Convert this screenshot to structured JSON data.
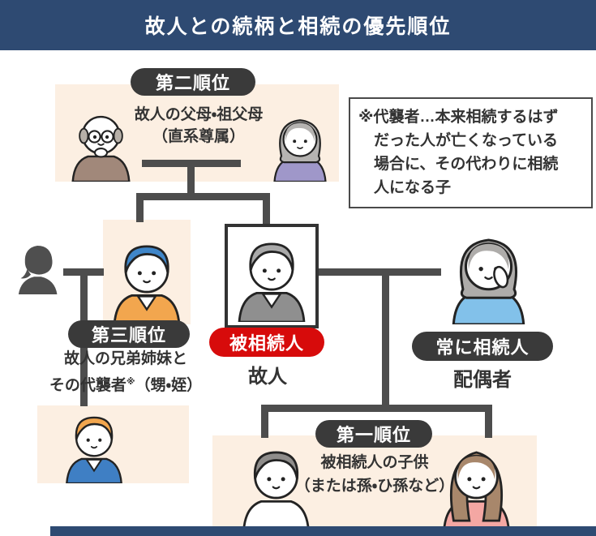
{
  "header": {
    "title": "故人との続柄と相続の優先順位"
  },
  "colors": {
    "navy": "#2e4a72",
    "peach": "#fcefe2",
    "badge": "#3a3a3a",
    "red": "#d70b0b",
    "line": "#4d4d4d",
    "text": "#333333",
    "noteBorder": "#4a4a4a"
  },
  "note": {
    "line1": "※代襲者…本来相続するはず",
    "line2": "だった人が亡くなっている",
    "line3": "場合に、その代わりに相続",
    "line4": "人になる子"
  },
  "groups": {
    "second": {
      "badge": "第二順位",
      "caption1": "故人の父母・祖父母",
      "caption2": "（直系尊属）"
    },
    "third": {
      "badge": "第三順位",
      "caption1": "故人の兄弟姉妹と",
      "caption2_pre": "その代襲者",
      "caption2_sup": "※",
      "caption2_post": "（甥・姪）"
    },
    "first": {
      "badge": "第一順位",
      "caption1": "被相続人の子供",
      "caption2": "（または孫・ひ孫など）"
    },
    "deceased": {
      "badge": "被相続人",
      "label": "故人"
    },
    "spouse": {
      "badge": "常に相続人",
      "label": "配偶者"
    }
  },
  "people": {
    "grandfather": {
      "hair": "tufts",
      "hair_color": "#b7b0a8",
      "top_color": "#a1887a",
      "glasses": true,
      "hand": "chin"
    },
    "grandmother": {
      "hair": "bob",
      "hair_color": "#b5b3b1",
      "top_color": "#9f97c9"
    },
    "sibling": {
      "hair": "cap",
      "hair_color": "#3f86c9",
      "top_color": "#f2a64e",
      "collar": true
    },
    "deceased": {
      "hair": "cap",
      "hair_color": "#a9a9a9",
      "top_color": "#8f8f8f",
      "collar": true
    },
    "spouse": {
      "hair": "bob",
      "hair_color": "#aeacaa",
      "top_color": "#82c1ea",
      "hand": "cheek"
    },
    "nephew": {
      "hair": "cap",
      "hair_color": "#f2a64e",
      "top_color": "#3f7fc4",
      "collar": true
    },
    "son": {
      "hair": "cap",
      "hair_color": "#8f8d8b",
      "top_color": "#ffffff"
    },
    "daughter": {
      "hair": "long",
      "hair_color": "#a8876b",
      "top_color": "#f4a7a3"
    }
  }
}
